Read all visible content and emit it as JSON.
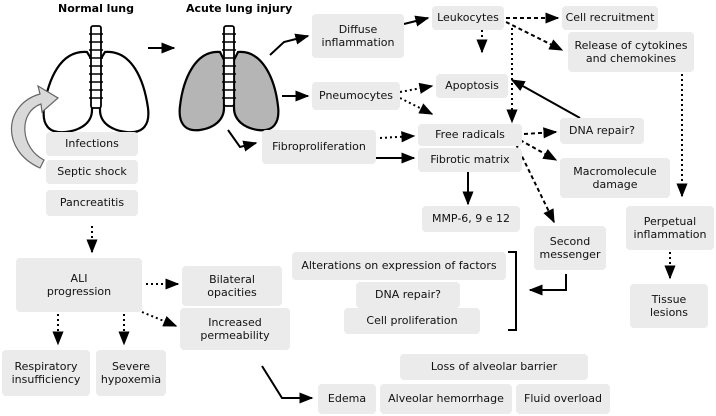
{
  "headers": {
    "normal_lung": "Normal lung",
    "acute_lung_injury": "Acute lung injury"
  },
  "nodes": {
    "infections": "Infections",
    "septic_shock": "Septic shock",
    "pancreatitis": "Pancreatitis",
    "diffuse_inflammation": "Diffuse\ninflammation",
    "pneumocytes": "Pneumocytes",
    "fibroproliferation": "Fibroproliferation",
    "leukocytes": "Leukocytes",
    "apoptosis": "Apoptosis",
    "free_radicals": "Free radicals",
    "fibrotic_matrix": "Fibrotic matrix",
    "mmp": "MMP-6, 9 e 12",
    "cell_recruitment": "Cell recruitment",
    "cytokines": "Release of cytokines\nand chemokines",
    "dna_repair_top": "DNA repair?",
    "macromolecule_damage": "Macromolecule\ndamage",
    "second_messenger": "Second\nmessenger",
    "perpetual_inflammation": "Perpetual\ninflammation",
    "tissue_lesions": "Tissue\nlesions",
    "alteration_factors": "Alterations on expression of factors",
    "dna_repair_bottom": "DNA repair?",
    "cell_proliferation": "Cell proliferation",
    "ali_progression": "ALI\nprogression",
    "bilateral_opacities": "Bilateral\nopacities",
    "increased_permeability": "Increased\npermeability",
    "respiratory_insufficiency": "Respiratory\ninsufficiency",
    "severe_hypoxemia": "Severe\nhypoxemia",
    "loss_alveolar_barrier": "Loss of alveolar barrier",
    "edema": "Edema",
    "alveolar_hemorrhage": "Alveolar hemorrhage",
    "fluid_overload": "Fluid overload"
  },
  "colors": {
    "box_fill": "#ebebeb",
    "arrow": "#000000",
    "injured_lung_fill": "#b5b5b5",
    "normal_lung_fill": "#ffffff",
    "curved_arrow_fill": "#d9d9d9"
  }
}
